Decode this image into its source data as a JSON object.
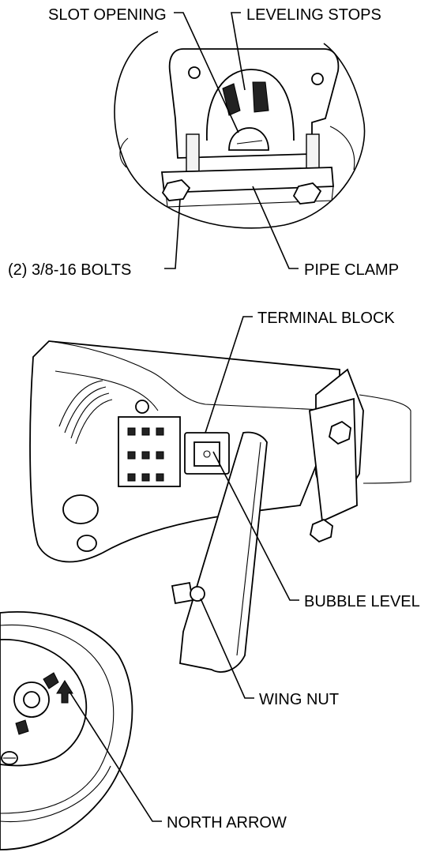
{
  "callouts": {
    "slot_opening": "SLOT OPENING",
    "leveling_stops": "LEVELING STOPS",
    "bolts": "(2) 3/8-16 BOLTS",
    "pipe_clamp": "PIPE CLAMP",
    "terminal_block": "TERMINAL BLOCK",
    "bubble_level": "BUBBLE LEVEL",
    "wing_nut": "WING NUT",
    "north_arrow": "NORTH ARROW"
  }
}
